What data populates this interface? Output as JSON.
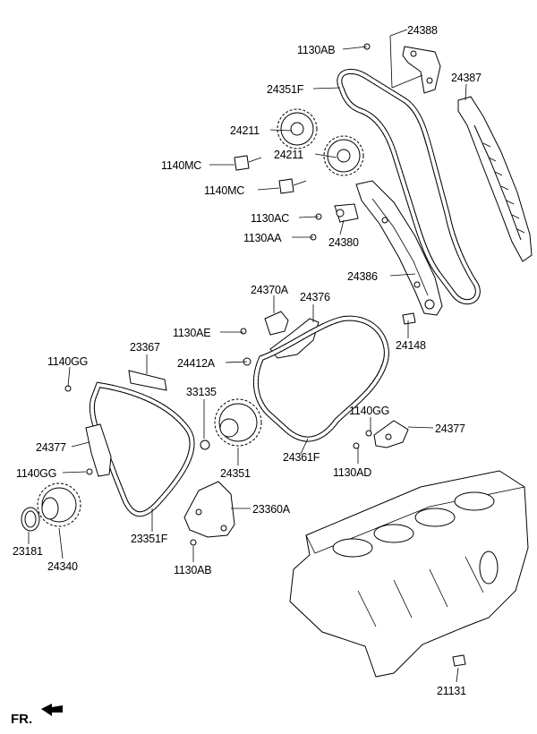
{
  "labels": {
    "l_1130AB_top": "1130AB",
    "l_24388": "24388",
    "l_24387": "24387",
    "l_24351F": "24351F",
    "l_24211_a": "24211",
    "l_1140MC_a": "1140MC",
    "l_24211_b": "24211",
    "l_1140MC_b": "1140MC",
    "l_1130AC": "1130AC",
    "l_1130AA": "1130AA",
    "l_24380": "24380",
    "l_24386": "24386",
    "l_24370A": "24370A",
    "l_24376": "24376",
    "l_1130AE": "1130AE",
    "l_24148": "24148",
    "l_24412A": "24412A",
    "l_23367": "23367",
    "l_1140GG_a": "1140GG",
    "l_33135": "33135",
    "l_1140GG_b": "1140GG",
    "l_24377_a": "24377",
    "l_24377_b": "24377",
    "l_24361F": "24361F",
    "l_1140GG_c": "1140GG",
    "l_24351": "24351",
    "l_1130AD": "1130AD",
    "l_23360A": "23360A",
    "l_23181": "23181",
    "l_24340": "24340",
    "l_23351F": "23351F",
    "l_1130AB_bot": "1130AB",
    "l_21131": "21131",
    "l_FR": "FR."
  }
}
